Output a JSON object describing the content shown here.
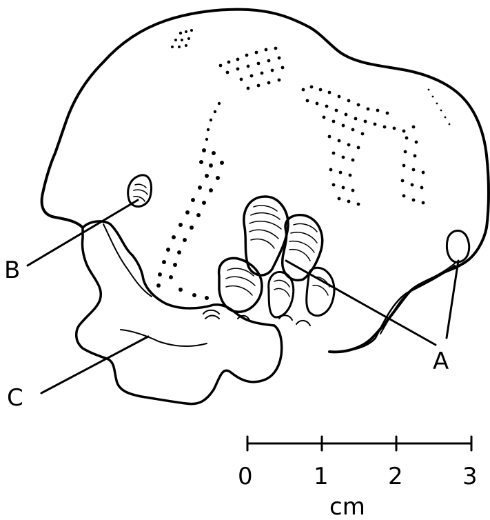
{
  "labels": {
    "a": "A",
    "b": "B",
    "c": "C"
  },
  "scale_bar": {
    "ticks": [
      "0",
      "1",
      "2",
      "3"
    ],
    "unit": "cm"
  }
}
